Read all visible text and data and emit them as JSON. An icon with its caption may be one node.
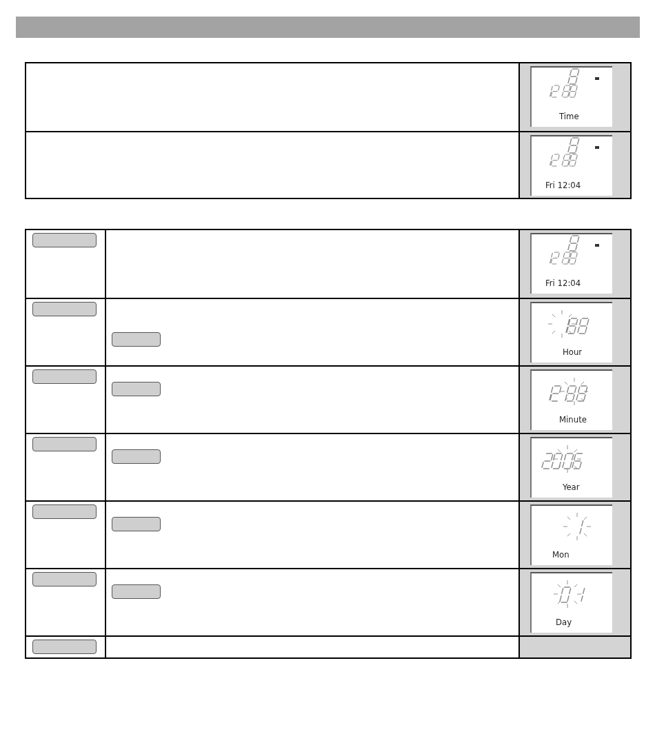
{
  "diagram": {
    "nodes": [
      {
        "text": [
          "Time"
        ]
      },
      {
        "text": [
          "Fri 12:04"
        ]
      },
      {
        "text": [],
        "shape": "box"
      },
      {
        "text": [
          "Fri 12:04"
        ]
      },
      {
        "text": [],
        "shape": "box"
      },
      {
        "text": [],
        "shape": "box"
      },
      {
        "text": [
          "Hour"
        ]
      },
      {
        "text": [],
        "shape": "box"
      },
      {
        "text": [],
        "shape": "box"
      },
      {
        "text": [
          "Minute"
        ]
      },
      {
        "text": [],
        "shape": "box"
      },
      {
        "text": [],
        "shape": "box"
      },
      {
        "text": [
          "Year"
        ]
      },
      {
        "text": [],
        "shape": "box"
      },
      {
        "text": [],
        "shape": "box"
      },
      {
        "text": [
          "Mon"
        ]
      },
      {
        "text": [],
        "shape": "box"
      },
      {
        "text": [],
        "shape": "box"
      },
      {
        "text": [
          "Day"
        ]
      },
      {
        "text": [],
        "shape": "box"
      }
    ]
  }
}
